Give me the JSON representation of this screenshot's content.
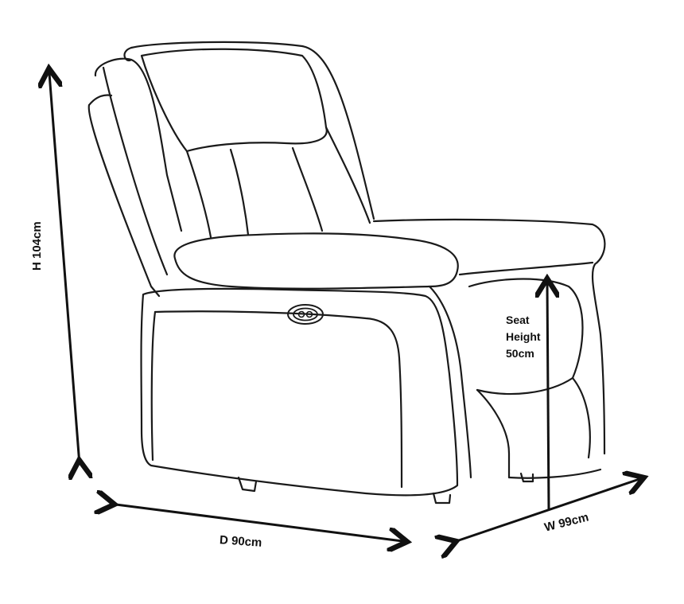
{
  "diagram": {
    "subject": "Power recliner armchair line drawing with dimensions",
    "dimensions": {
      "height": "H 104cm",
      "depth": "D 90cm",
      "width": "W 99cm",
      "seat_height": {
        "line1": "Seat",
        "line2": "Height",
        "line3": "50cm"
      }
    },
    "colors": {
      "line": "#1a1a1a",
      "background": "#ffffff"
    },
    "icons": [
      "power-recline-button-icon",
      "double-arrow-icon"
    ]
  }
}
